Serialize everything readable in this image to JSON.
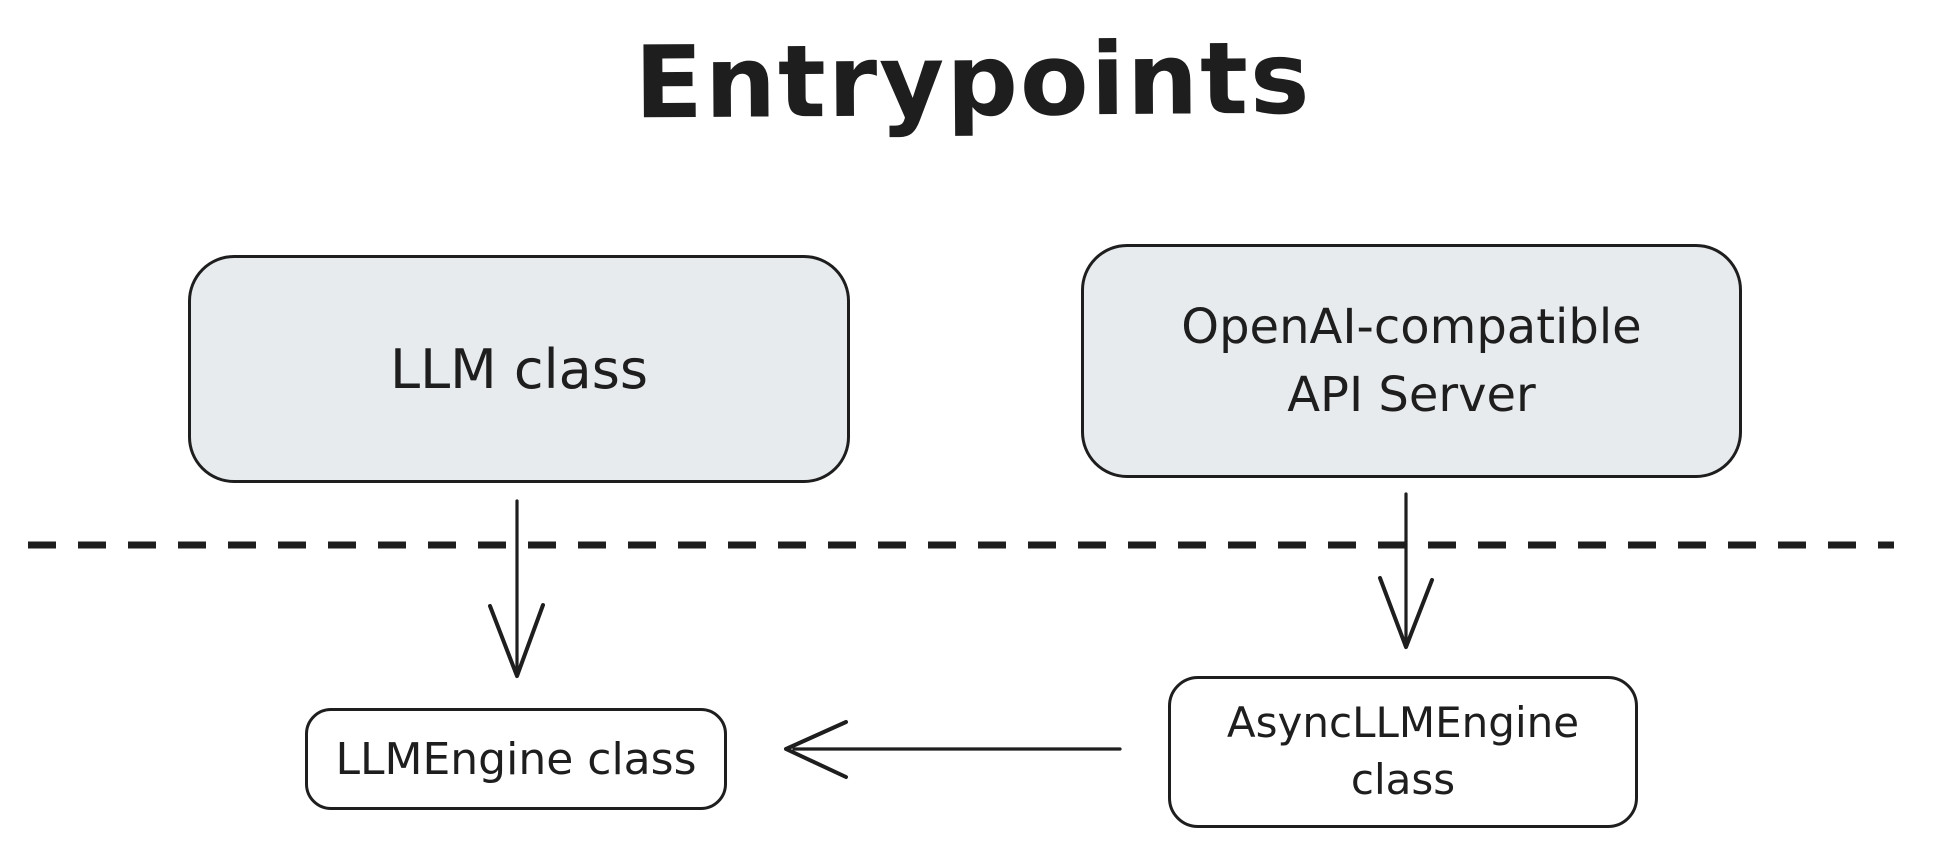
{
  "title": "Entrypoints",
  "colors": {
    "background": "#ffffff",
    "stroke": "#1e1e1e",
    "entry_node_fill": "#e8ebee",
    "engine_node_fill": "#ffffff"
  },
  "nodes": {
    "llm_class": {
      "lines": [
        "LLM class"
      ]
    },
    "api_server": {
      "lines": [
        "OpenAI-compatible",
        "API Server"
      ]
    },
    "llm_engine": {
      "lines": [
        "LLMEngine class"
      ]
    },
    "async_llm_engine": {
      "lines": [
        "AsyncLLMEngine",
        "class"
      ]
    }
  },
  "edges": [
    {
      "from": "llm_class",
      "to": "llm_engine",
      "style": "solid",
      "arrowhead": "open-v",
      "direction": "down"
    },
    {
      "from": "api_server",
      "to": "async_llm_engine",
      "style": "solid",
      "arrowhead": "open-v",
      "direction": "down"
    },
    {
      "from": "async_llm_engine",
      "to": "llm_engine",
      "style": "solid",
      "arrowhead": "open-v",
      "direction": "left"
    }
  ],
  "divider": {
    "style": "dashed",
    "orientation": "horizontal"
  }
}
